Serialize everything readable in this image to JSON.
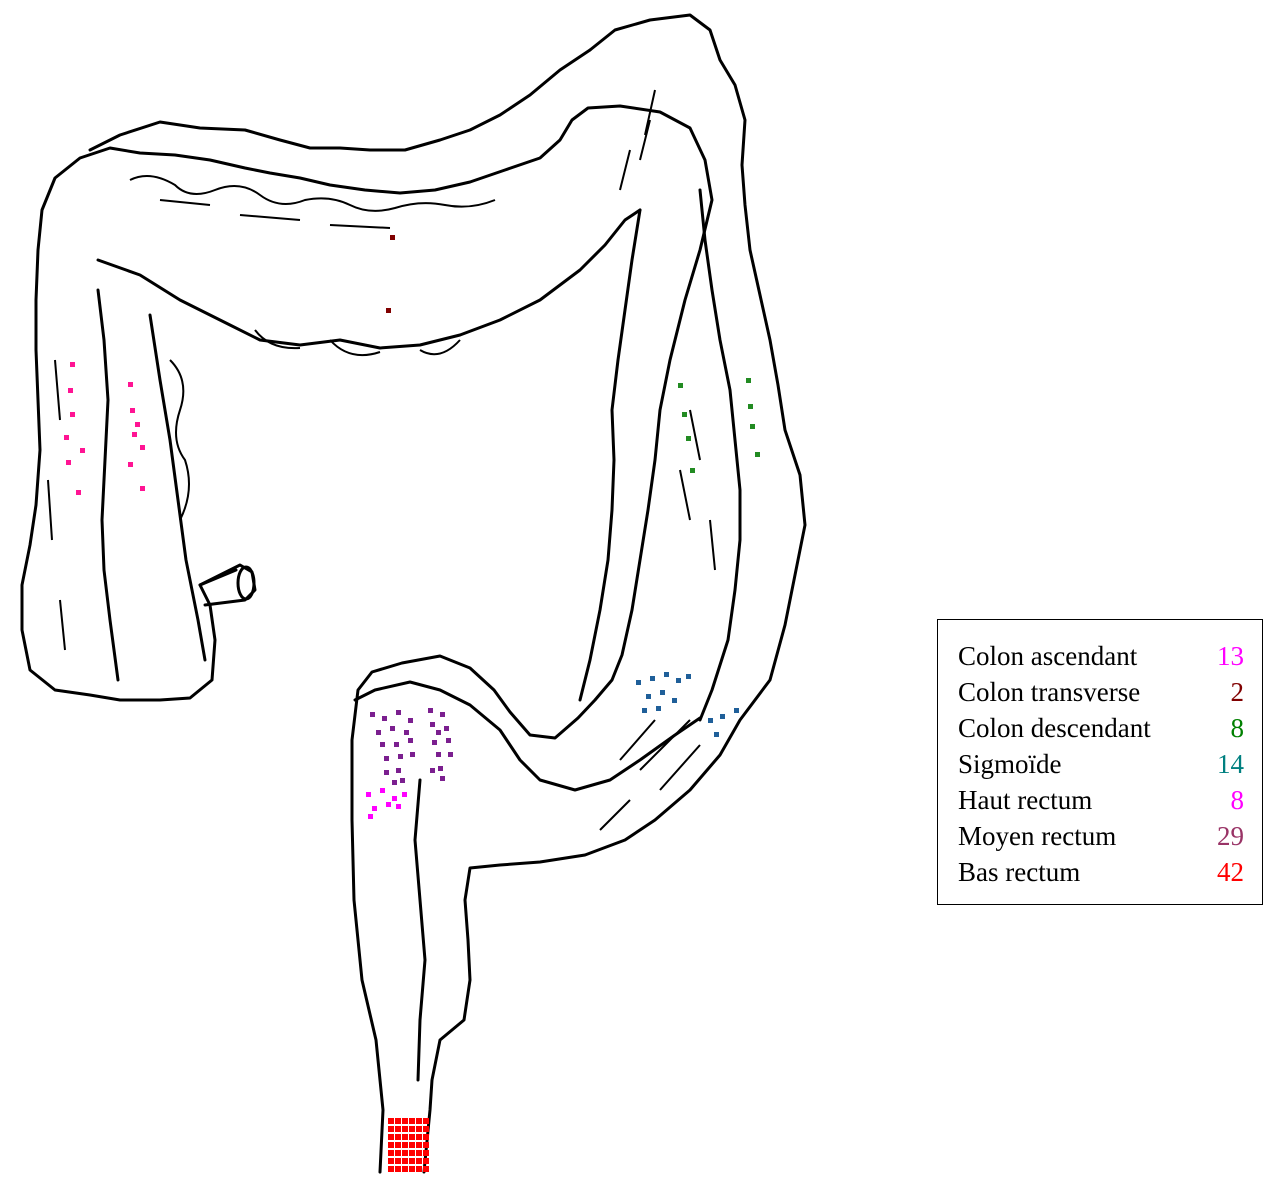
{
  "legend": {
    "items": [
      {
        "label": "Colon ascendant",
        "count": "13",
        "color": "#ff00ff"
      },
      {
        "label": "Colon transverse",
        "count": "2",
        "color": "#800000"
      },
      {
        "label": "Colon descendant",
        "count": "8",
        "color": "#008000"
      },
      {
        "label": "Sigmoïde",
        "count": "14",
        "color": "#008080"
      },
      {
        "label": "Haut rectum",
        "count": "8",
        "color": "#ff00ff"
      },
      {
        "label": "Moyen rectum",
        "count": "29",
        "color": "#993366"
      },
      {
        "label": "Bas rectum",
        "count": "42",
        "color": "#ff0000"
      }
    ]
  },
  "marker_colors": {
    "ascendant": "#ff1493",
    "transverse": "#800000",
    "descendant": "#228b22",
    "sigmoide": "#1f5f99",
    "haut_rectum": "#ff00ff",
    "moyen_rectum": "#7b1f8f",
    "bas_rectum": "#ff0000"
  }
}
